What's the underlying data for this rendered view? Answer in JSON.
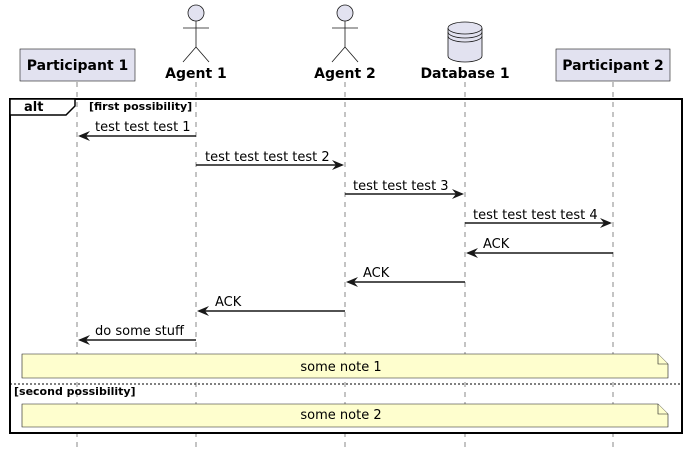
{
  "participants": [
    {
      "id": "p1",
      "label": "Participant 1",
      "kind": "participant"
    },
    {
      "id": "a1",
      "label": "Agent 1",
      "kind": "actor"
    },
    {
      "id": "a2",
      "label": "Agent 2",
      "kind": "actor"
    },
    {
      "id": "db1",
      "label": "Database 1",
      "kind": "database"
    },
    {
      "id": "p2",
      "label": "Participant 2",
      "kind": "participant"
    }
  ],
  "alt_block": {
    "keyword": "alt",
    "first_guard": "[first possibility]",
    "second_guard": "[second possibility]"
  },
  "messages": [
    {
      "from": "a1",
      "to": "p1",
      "label": "test test test 1"
    },
    {
      "from": "a1",
      "to": "a2",
      "label": "test test test test 2"
    },
    {
      "from": "a2",
      "to": "db1",
      "label": "test test test 3"
    },
    {
      "from": "db1",
      "to": "p2",
      "label": "test test test test 4"
    },
    {
      "from": "p2",
      "to": "db1",
      "label": "ACK"
    },
    {
      "from": "db1",
      "to": "a2",
      "label": "ACK"
    },
    {
      "from": "a2",
      "to": "a1",
      "label": "ACK"
    },
    {
      "from": "a1",
      "to": "p1",
      "label": "do some stuff"
    }
  ],
  "notes": [
    {
      "text": "some note 1"
    },
    {
      "text": "some note 2"
    }
  ],
  "colors": {
    "participant_fill": "#e2e2f0",
    "note_fill": "#fefece",
    "line": "#181818"
  }
}
